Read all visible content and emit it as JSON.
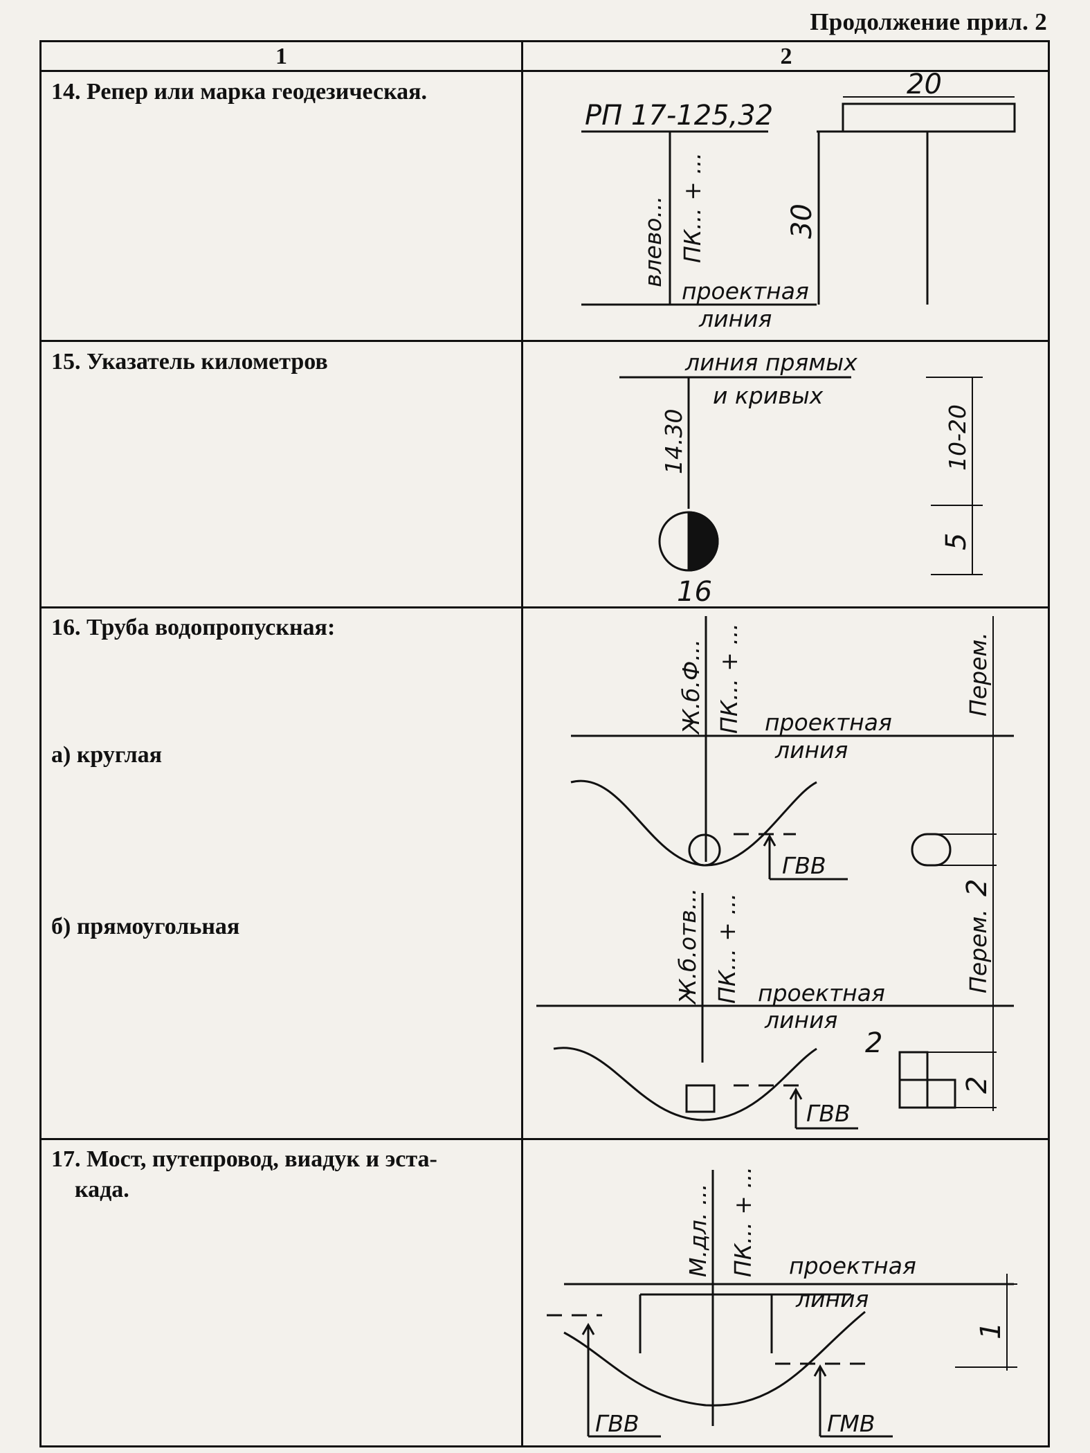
{
  "continuation_title": "Продолжение прил. 2",
  "columns": [
    "1",
    "2"
  ],
  "rows": [
    {
      "text": "14. Репер или марка геодезическая.",
      "sketch": {
        "label_top": "РП 17-125,32",
        "left_vertical": "влево...",
        "mid_vertical": "ПК... + ...",
        "line_label_1": "проектная",
        "line_label_2": "линия",
        "dim_width": "20",
        "dim_height": "30"
      }
    },
    {
      "text": "15. Указатель километров",
      "sketch": {
        "label_1": "линия прямых",
        "label_2": "и кривых",
        "vertical": "14.30",
        "number_below": "16",
        "dim_upper": "10-20",
        "dim_lower": "5"
      }
    },
    {
      "text": "16. Труба водопропускная:",
      "sub_a": "а) круглая",
      "sub_b": "б) прямоугольная",
      "sketch": {
        "a_v1": "Ж.б.Ф...",
        "a_v2": "ПК... + ...",
        "line_label_1": "проектная",
        "line_label_2": "линия",
        "gvv": "ГВВ",
        "dim_perem_a": "Перем.",
        "dim_2_a": "2",
        "b_v1": "Ж.б.отв...",
        "b_v2": "ПК... + ...",
        "b_line_label_1": "проектная",
        "b_line_label_2": "линия",
        "b_gvv": "ГВВ",
        "dim_perem_b": "Перем.",
        "dim_2_b": "2",
        "dim_2_c": "2"
      }
    },
    {
      "text_line1": "17. Мост, путепровод, виадук и эста-",
      "text_line2": "када.",
      "sketch": {
        "v1": "М.дл. ...",
        "v2": "ПК... + ...",
        "line_label_1": "проектная",
        "line_label_2": "линия",
        "gvv": "ГВВ",
        "gmv": "ГМВ",
        "dim_1": "1"
      }
    }
  ]
}
